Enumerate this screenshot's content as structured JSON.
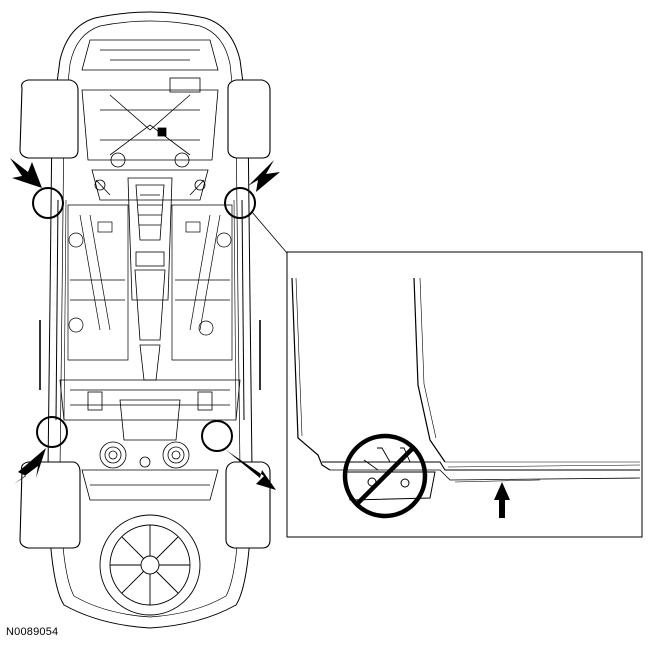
{
  "figure": {
    "id_label": "N0089054",
    "subject": "vehicle-underbody-lift-points",
    "view": "bottom-view",
    "callout_count": 4,
    "detail_view": "lift-point-detail-do-not-lift-here",
    "colors": {
      "line": "#000000",
      "background": "#ffffff"
    },
    "icons": {
      "arrow": "lift-point-arrow-icon",
      "circle": "lift-point-circle-icon",
      "prohibition": "prohibition-icon"
    }
  }
}
